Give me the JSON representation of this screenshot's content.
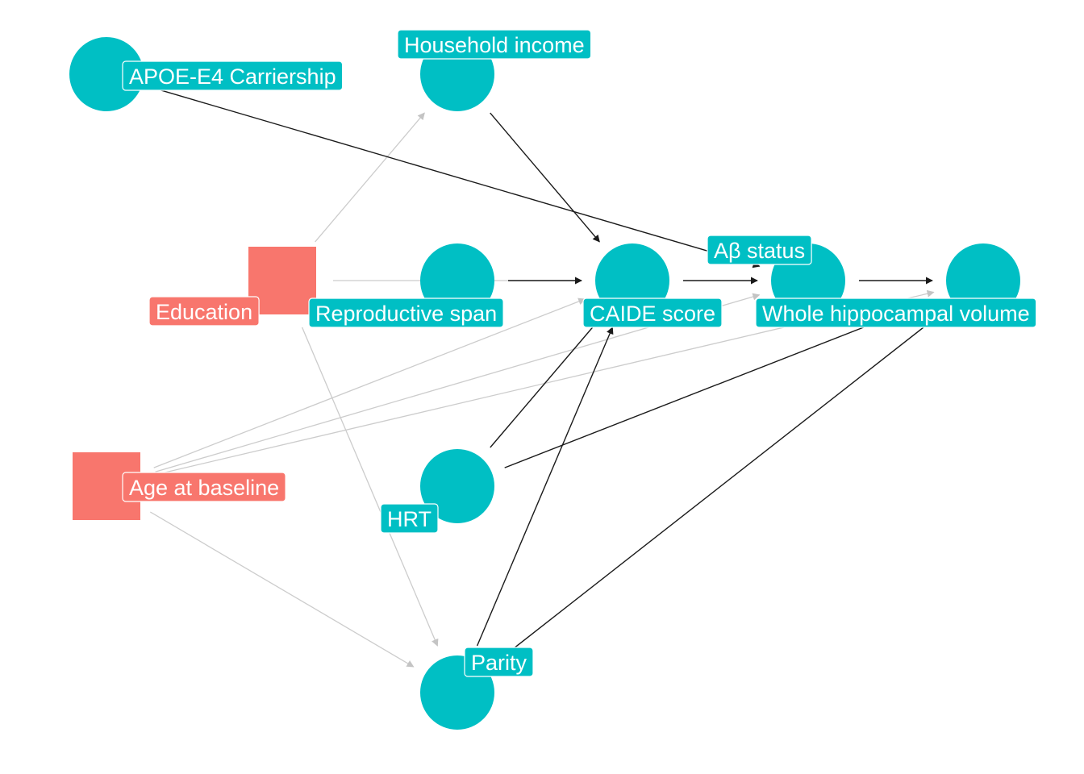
{
  "colors": {
    "adjusted": "#F8766D",
    "unadjusted": "#00BFC4",
    "edge_causal": "#1a1a1a",
    "edge_other": "#cccccc",
    "label_text": "#FFFFFF",
    "background": "#FFFFFF"
  },
  "nodes": [
    {
      "id": "apoe",
      "label": "APOE-E4 Carriership",
      "status": "unadjusted",
      "shape": "circle"
    },
    {
      "id": "income",
      "label": "Household income",
      "status": "unadjusted",
      "shape": "circle"
    },
    {
      "id": "education",
      "label": "Education",
      "status": "adjusted",
      "shape": "square"
    },
    {
      "id": "repro",
      "label": "Reproductive span",
      "status": "unadjusted",
      "shape": "circle"
    },
    {
      "id": "caide",
      "label": "CAIDE score",
      "status": "unadjusted",
      "shape": "circle"
    },
    {
      "id": "abeta",
      "label": "Aβ status",
      "status": "unadjusted",
      "shape": "circle"
    },
    {
      "id": "hippo",
      "label": "Whole hippocampal volume",
      "status": "unadjusted",
      "shape": "circle"
    },
    {
      "id": "age",
      "label": "Age at baseline",
      "status": "adjusted",
      "shape": "square"
    },
    {
      "id": "hrt",
      "label": "HRT",
      "status": "unadjusted",
      "shape": "circle"
    },
    {
      "id": "parity",
      "label": "Parity",
      "status": "unadjusted",
      "shape": "circle"
    }
  ],
  "edges": [
    {
      "from": "education",
      "to": "income",
      "style": "other"
    },
    {
      "from": "education",
      "to": "caide",
      "style": "other"
    },
    {
      "from": "education",
      "to": "parity",
      "style": "other"
    },
    {
      "from": "age",
      "to": "caide",
      "style": "other"
    },
    {
      "from": "age",
      "to": "abeta",
      "style": "other"
    },
    {
      "from": "age",
      "to": "hippo",
      "style": "other"
    },
    {
      "from": "age",
      "to": "parity",
      "style": "other"
    },
    {
      "from": "apoe",
      "to": "abeta",
      "style": "causal"
    },
    {
      "from": "income",
      "to": "caide",
      "style": "causal"
    },
    {
      "from": "repro",
      "to": "caide",
      "style": "causal"
    },
    {
      "from": "caide",
      "to": "abeta",
      "style": "causal"
    },
    {
      "from": "abeta",
      "to": "hippo",
      "style": "causal"
    },
    {
      "from": "hrt",
      "to": "caide",
      "style": "causal"
    },
    {
      "from": "hrt",
      "to": "hippo",
      "style": "causal"
    },
    {
      "from": "parity",
      "to": "caide",
      "style": "causal"
    },
    {
      "from": "parity",
      "to": "hippo",
      "style": "causal"
    }
  ]
}
